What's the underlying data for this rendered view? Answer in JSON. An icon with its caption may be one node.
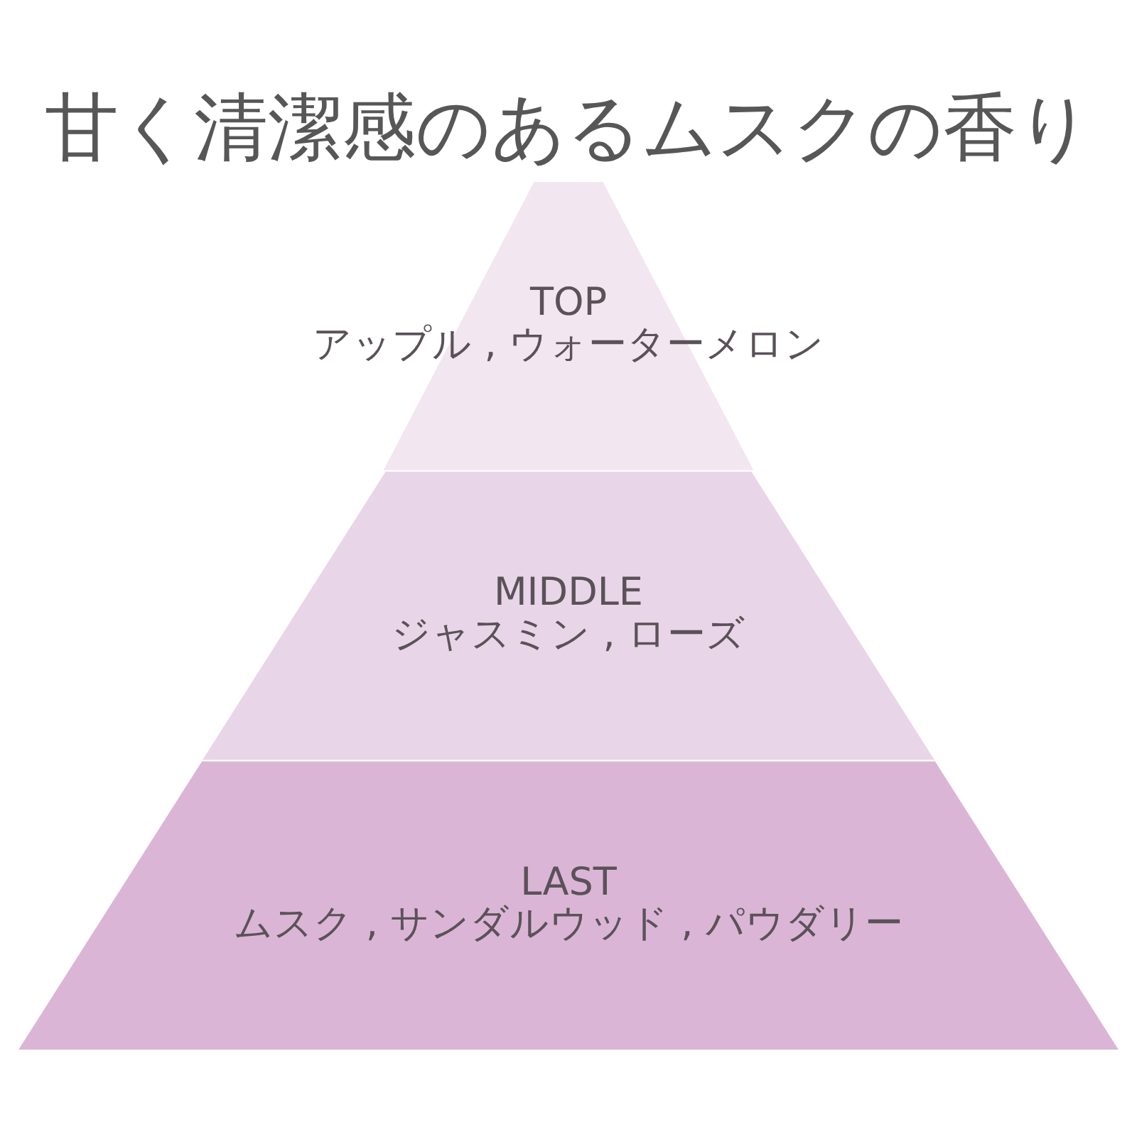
{
  "diagram": {
    "title": "甘く清潔感のあるムスクの香り",
    "nodes": [
      {
        "text": [
          "TOP",
          "アップル , ウォーターメロン"
        ]
      },
      {
        "text": [
          "MIDDLE",
          "ジャスミン , ローズ"
        ]
      },
      {
        "text": [
          "LAST",
          "ムスク , サンダルウッド , パウダリー"
        ]
      }
    ]
  }
}
